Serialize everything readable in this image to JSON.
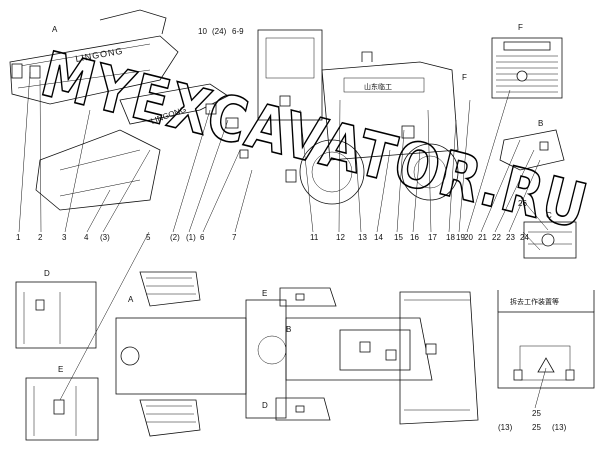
{
  "watermark": "MYEXCAVATOR.RU",
  "bucket_brand": "LINGONG",
  "arm_brand": "LINGONG",
  "cab_brand": "山东临工",
  "side_numbers": [
    "1",
    "2",
    "3",
    "(3)",
    "4",
    "5",
    "(2)",
    "(1)",
    "6",
    "7",
    "11",
    "12",
    "13",
    "14",
    "15",
    "16",
    "17",
    "18",
    "19",
    "20",
    "21",
    "22",
    "23",
    "24",
    "25",
    "26"
  ],
  "top_labels": [
    "10",
    "(24)",
    "6-9"
  ],
  "view_letters": {
    "a": "A",
    "b": "B",
    "c": "C",
    "d": "D",
    "e": "E",
    "f": "F"
  },
  "detail_caption": "拆去工作装置等",
  "bottom_right_labels": [
    "(13)",
    "25",
    "(13)"
  ]
}
